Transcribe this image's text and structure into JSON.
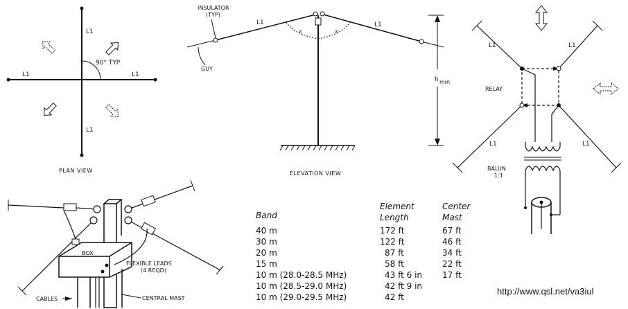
{
  "plan_view": {
    "caption": "PLAN VIEW",
    "label_l1": "L1",
    "label_angle": "90° TYP"
  },
  "elevation_view": {
    "caption": "ELEVATION VIEW",
    "insulator_line1": "INSULATOR",
    "insulator_line2": "(TYP)",
    "guy_label": "GUY",
    "label_l1": "L1",
    "angle_symbol": "∝",
    "height_label": "h",
    "height_sub": "min"
  },
  "relay_view": {
    "label_l1": "L1",
    "relay_label": "RELAY",
    "balun_line1": "BALUN",
    "balun_line2": "1:1"
  },
  "mast_view": {
    "box_label": "BOX",
    "flex_line1": "FLEXIBLE LEADS",
    "flex_line2": "(4 REQD)",
    "cables_label": "CABLES",
    "mast_label": "CENTRAL MAST"
  },
  "table": {
    "headers": {
      "band": "Band",
      "element_line1": "Element",
      "element_line2": "Length",
      "center_line1": "Center",
      "center_line2": "Mast"
    },
    "rows": [
      {
        "band": "40 m",
        "length": "172 ft",
        "mast": "67 ft"
      },
      {
        "band": "30 m",
        "length": "122 ft",
        "mast": "46 ft"
      },
      {
        "band": "20 m",
        "length": "87 ft",
        "mast": "34 ft"
      },
      {
        "band": "15 m",
        "length": "58 ft",
        "mast": "22 ft"
      },
      {
        "band": "10 m (28.0-28.5 MHz)",
        "length": "43 ft 6 in",
        "mast": "17 ft"
      },
      {
        "band": "10 m (28.5-29.0 MHz)",
        "length": "42 ft 9 in",
        "mast": ""
      },
      {
        "band": "10 m (29.0-29.5 MHz)",
        "length": "42 ft",
        "mast": ""
      }
    ]
  },
  "url": "http://www.qsl.net/va3iul"
}
